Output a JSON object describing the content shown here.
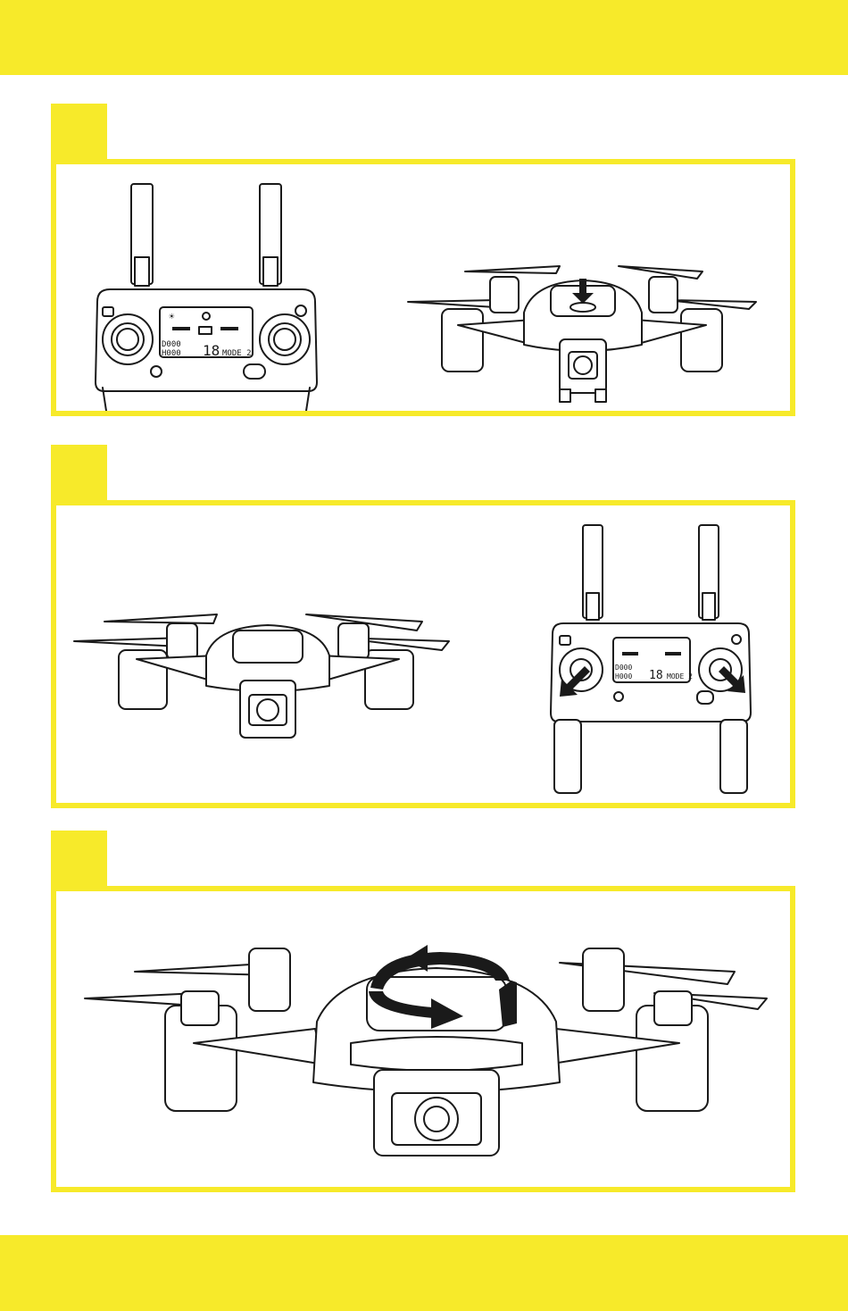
{
  "steps": [
    {
      "id": 1,
      "illustrations": [
        "remote-controller",
        "drone-power-button-press"
      ]
    },
    {
      "id": 2,
      "illustrations": [
        "drone-front-view",
        "remote-controller-sticks-down-out"
      ]
    },
    {
      "id": 3,
      "illustrations": [
        "drone-calibration-rotate"
      ]
    }
  ],
  "remote_lcd": {
    "distance": "D000",
    "height": "H000",
    "satellites": "18",
    "mode": "MODE 2"
  },
  "colors": {
    "accent": "#f7ea2a",
    "line": "#1a1a1a"
  }
}
